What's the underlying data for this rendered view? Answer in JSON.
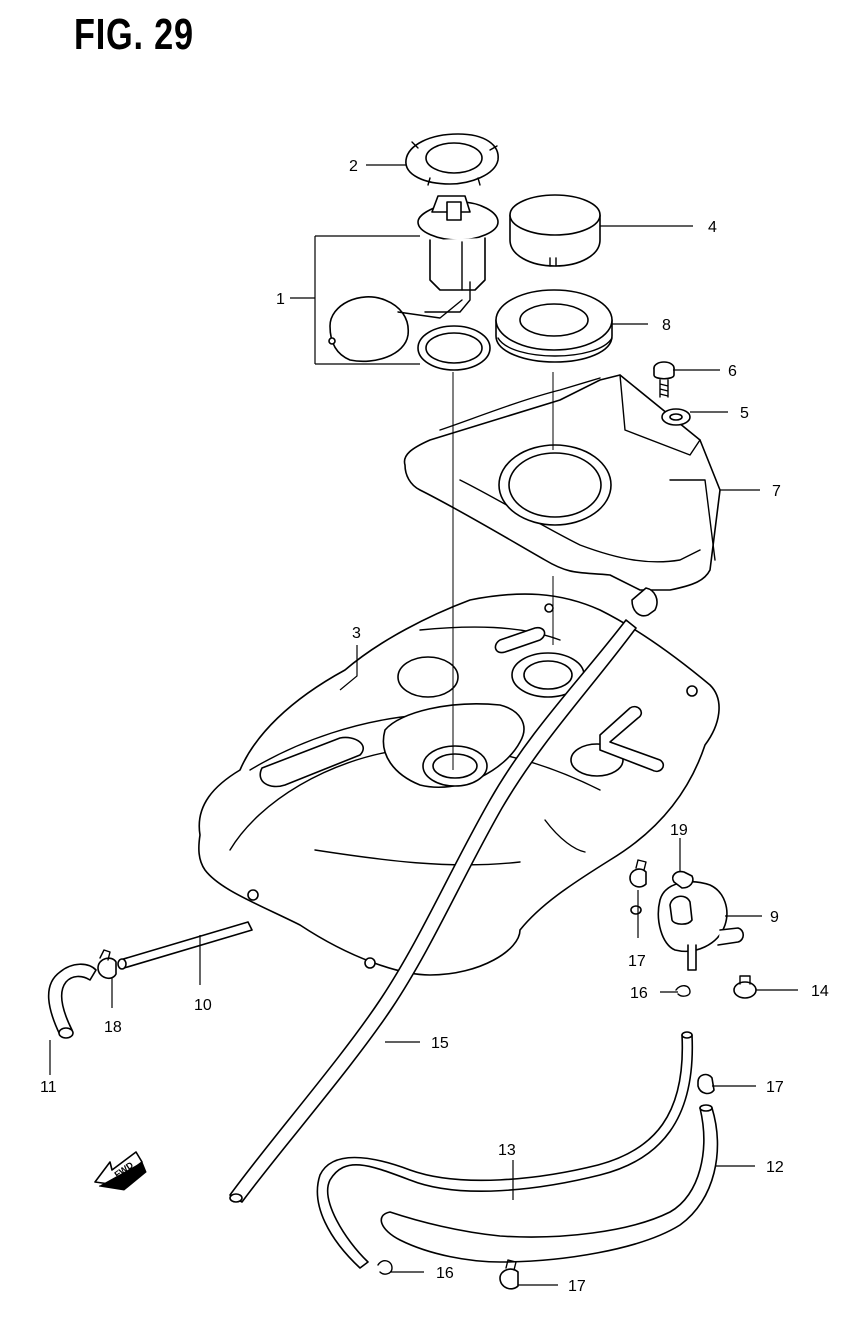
{
  "figure": {
    "title": "FIG. 29"
  },
  "labels": {
    "p1": "1",
    "p2": "2",
    "p3": "3",
    "p4": "4",
    "p5": "5",
    "p6": "6",
    "p7": "7",
    "p8": "8",
    "p9": "9",
    "p10": "10",
    "p11": "11",
    "p12": "12",
    "p13": "13",
    "p14": "14",
    "p15": "15",
    "p16a": "16",
    "p16b": "16",
    "p17a": "17",
    "p17b": "17",
    "p17c": "17",
    "p18": "18",
    "p19": "19",
    "fwd": "FWD"
  },
  "icons": {
    "fwd_arrow": "fwd-arrow-icon"
  }
}
